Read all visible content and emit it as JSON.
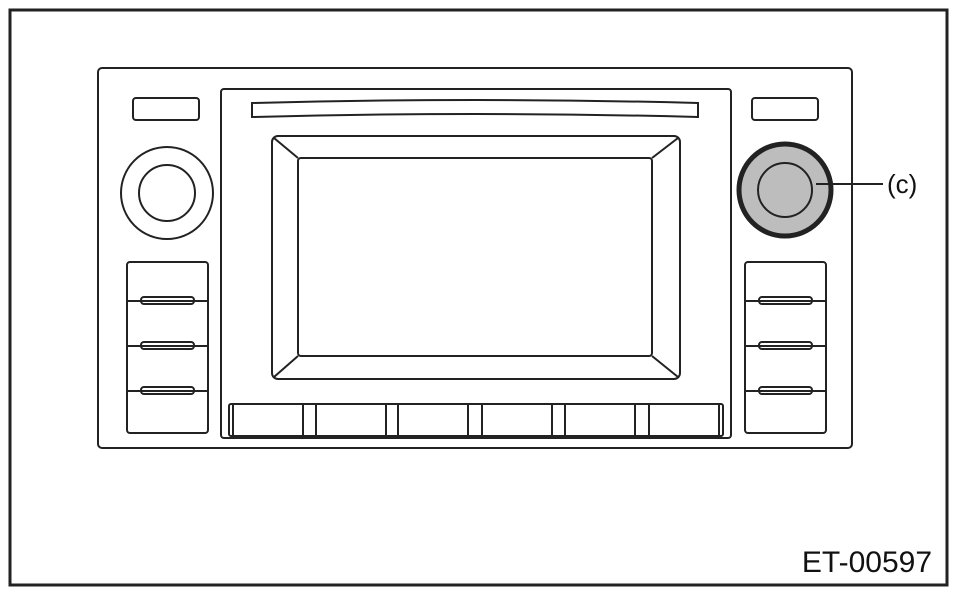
{
  "figure": {
    "id_label": "ET-00597",
    "callouts": [
      {
        "label": "(c)",
        "target": "right-knob"
      }
    ]
  },
  "colors": {
    "line": "#222222",
    "background": "#ffffff",
    "highlighted_knob_fill": "#bdbdbd"
  },
  "parts": {
    "bottom_buttons": 6,
    "side_buttons_per_column": 4
  }
}
